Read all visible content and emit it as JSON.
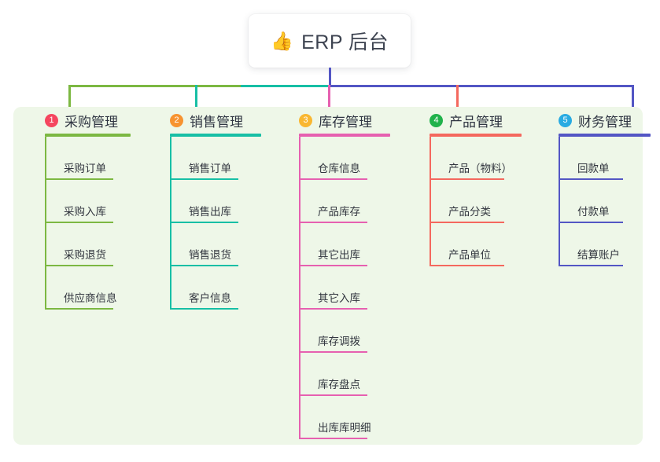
{
  "root": {
    "icon": "thumbs-up-icon",
    "icon_glyph": "👍",
    "title": "ERP 后台"
  },
  "palette": {
    "panel_bg": "#eef7e8",
    "page_bg": "#ffffff",
    "stem": "#5356c4",
    "green": "#7cb842",
    "teal": "#17bfa5",
    "pink": "#e660b0",
    "salmon": "#f4685e",
    "blue": "#5356c4",
    "badge_1": "#f5465f",
    "badge_2": "#f79330",
    "badge_3": "#f9b731",
    "badge_4": "#20b24b",
    "badge_5": "#29abe2",
    "text": "#2f3542"
  },
  "columns": [
    {
      "number": "1",
      "title": "采购管理",
      "badge_color": "#f5465f",
      "line_color": "#7cb842",
      "items": [
        {
          "label": "采购订单"
        },
        {
          "label": "采购入库"
        },
        {
          "label": "采购退货"
        },
        {
          "label": "供应商信息"
        }
      ]
    },
    {
      "number": "2",
      "title": "销售管理",
      "badge_color": "#f79330",
      "line_color": "#17bfa5",
      "items": [
        {
          "label": "销售订单"
        },
        {
          "label": "销售出库"
        },
        {
          "label": "销售退货"
        },
        {
          "label": "客户信息"
        }
      ]
    },
    {
      "number": "3",
      "title": "库存管理",
      "badge_color": "#f9b731",
      "line_color": "#e660b0",
      "items": [
        {
          "label": "仓库信息"
        },
        {
          "label": "产品库存"
        },
        {
          "label": "其它出库"
        },
        {
          "label": "其它入库"
        },
        {
          "label": "库存调拨"
        },
        {
          "label": "库存盘点"
        },
        {
          "label": "出库库明细"
        }
      ]
    },
    {
      "number": "4",
      "title": "产品管理",
      "badge_color": "#20b24b",
      "line_color": "#f4685e",
      "items": [
        {
          "label": "产品（物料）"
        },
        {
          "label": "产品分类"
        },
        {
          "label": "产品单位"
        }
      ]
    },
    {
      "number": "5",
      "title": "财务管理",
      "badge_color": "#29abe2",
      "line_color": "#5356c4",
      "items": [
        {
          "label": "回款单"
        },
        {
          "label": "付款单"
        },
        {
          "label": "结算账户"
        }
      ]
    }
  ]
}
